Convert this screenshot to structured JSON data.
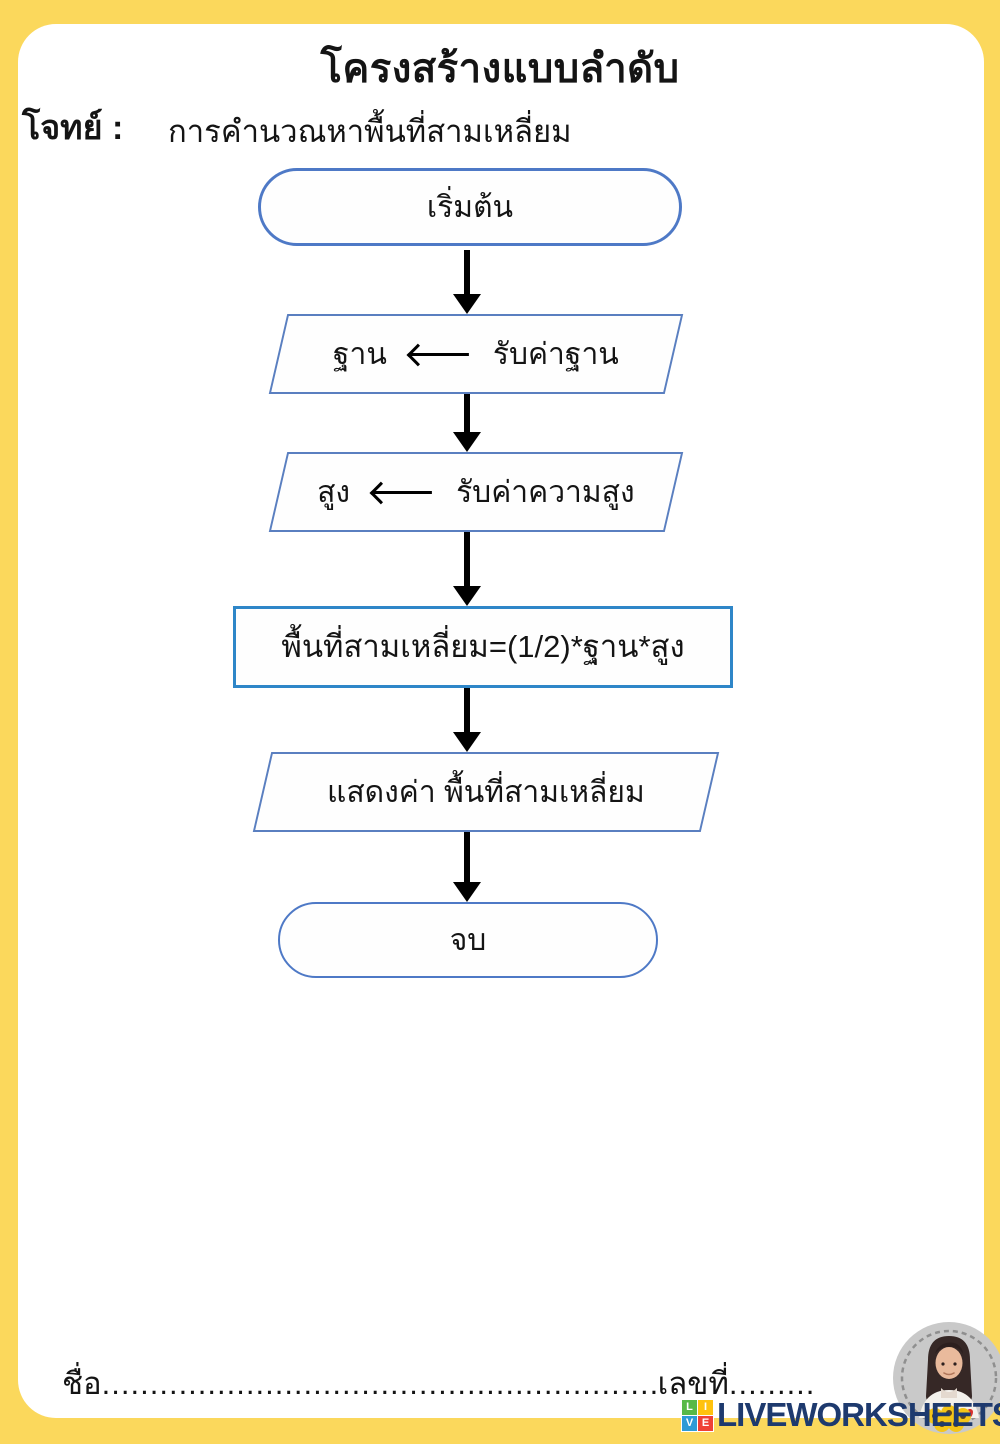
{
  "page": {
    "title": "โครงสร้างแบบลำดับ",
    "problem_label": "โจทย์ :",
    "problem_text": "การคำนวณหาพื้นที่สามเหลี่ยม"
  },
  "flowchart": {
    "nodes": [
      {
        "type": "terminator",
        "label": "เริ่มต้น"
      },
      {
        "type": "io",
        "label_left": "ฐาน",
        "label_right": "รับค่าฐาน",
        "arrow": "long-left-arrow"
      },
      {
        "type": "io",
        "label_left": "สูง",
        "label_right": "รับค่าความสูง",
        "arrow": "long-left-arrow"
      },
      {
        "type": "process",
        "label": "พื้นที่สามเหลี่ยม=(1/2)*ฐาน*สูง"
      },
      {
        "type": "io",
        "label": "แสดงค่า พื้นที่สามเหลี่ยม"
      },
      {
        "type": "terminator",
        "label": "จบ"
      }
    ]
  },
  "footer": {
    "name_label": "ชื่อ",
    "name_dots": "........................................................................................................................................",
    "number_label": "เลขที่",
    "number_dots": "....................",
    "logo_blocks": [
      "L",
      "I",
      "V",
      "E"
    ],
    "logo_text": "LIVEWORKSHEETS"
  },
  "icons": {
    "assign_arrow": "long-left-arrow",
    "flow_connector": "down-arrow",
    "avatar": "teacher-portrait-with-sunflowers"
  },
  "colors": {
    "page_yellow": "#FBD85C",
    "sheet_white": "#FFFFFF",
    "shape_blue": "#4E79C6",
    "para_blue": "#5A7FC0",
    "process_blue": "#2E86C8",
    "ink": "#141414",
    "logo_navy": "#1E3A6E",
    "block_green": "#58B947",
    "block_yellow": "#FFC20E",
    "block_blue": "#2E9BD6",
    "block_red": "#EF4136"
  }
}
